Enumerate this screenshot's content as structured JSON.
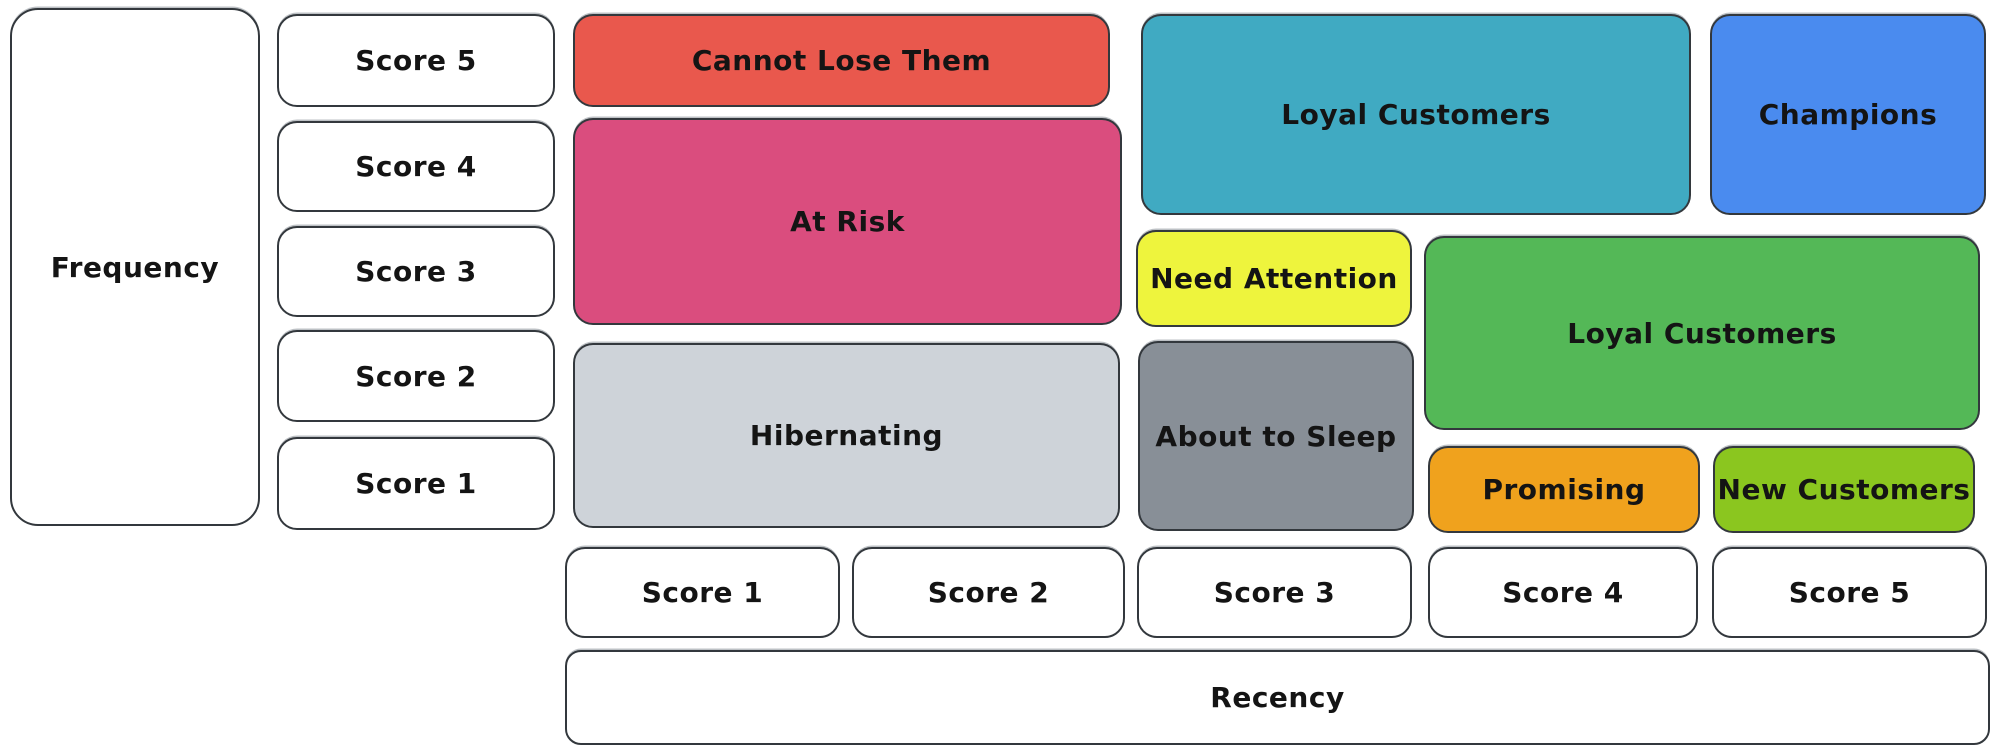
{
  "colors": {
    "background": "#ffffff",
    "stroke": "#33383d",
    "text": "#141414"
  },
  "axis": {
    "frequency": {
      "label": "Frequency",
      "scores": [
        "Score 5",
        "Score 4",
        "Score 3",
        "Score 2",
        "Score 1"
      ]
    },
    "recency": {
      "label": "Recency",
      "scores": [
        "Score 1",
        "Score 2",
        "Score 3",
        "Score 4",
        "Score 5"
      ]
    }
  },
  "segments": [
    {
      "label": "Cannot Lose Them",
      "color": "#e9584d",
      "recency_scores": "1-2",
      "frequency_scores": "5"
    },
    {
      "label": "At Risk",
      "color": "#da4d7e",
      "recency_scores": "1-2",
      "frequency_scores": "3-4"
    },
    {
      "label": "Hibernating",
      "color": "#ced3d9",
      "recency_scores": "1-2",
      "frequency_scores": "1-2"
    },
    {
      "label": "Loyal Customers",
      "color": "#40aac2",
      "recency_scores": "3-4",
      "frequency_scores": "4-5"
    },
    {
      "label": "Champions",
      "color": "#4a8bef",
      "recency_scores": "5",
      "frequency_scores": "4-5"
    },
    {
      "label": "Need Attention",
      "color": "#eef43d",
      "recency_scores": "3",
      "frequency_scores": "3"
    },
    {
      "label": "About to Sleep",
      "color": "#888f97",
      "recency_scores": "3",
      "frequency_scores": "1-2"
    },
    {
      "label": "Loyal Customers",
      "color": "#54b857",
      "recency_scores": "4-5",
      "frequency_scores": "2-3"
    },
    {
      "label": "Promising",
      "color": "#f0a21d",
      "recency_scores": "4",
      "frequency_scores": "1"
    },
    {
      "label": "New Customers",
      "color": "#8bc61f",
      "recency_scores": "5",
      "frequency_scores": "1"
    }
  ]
}
